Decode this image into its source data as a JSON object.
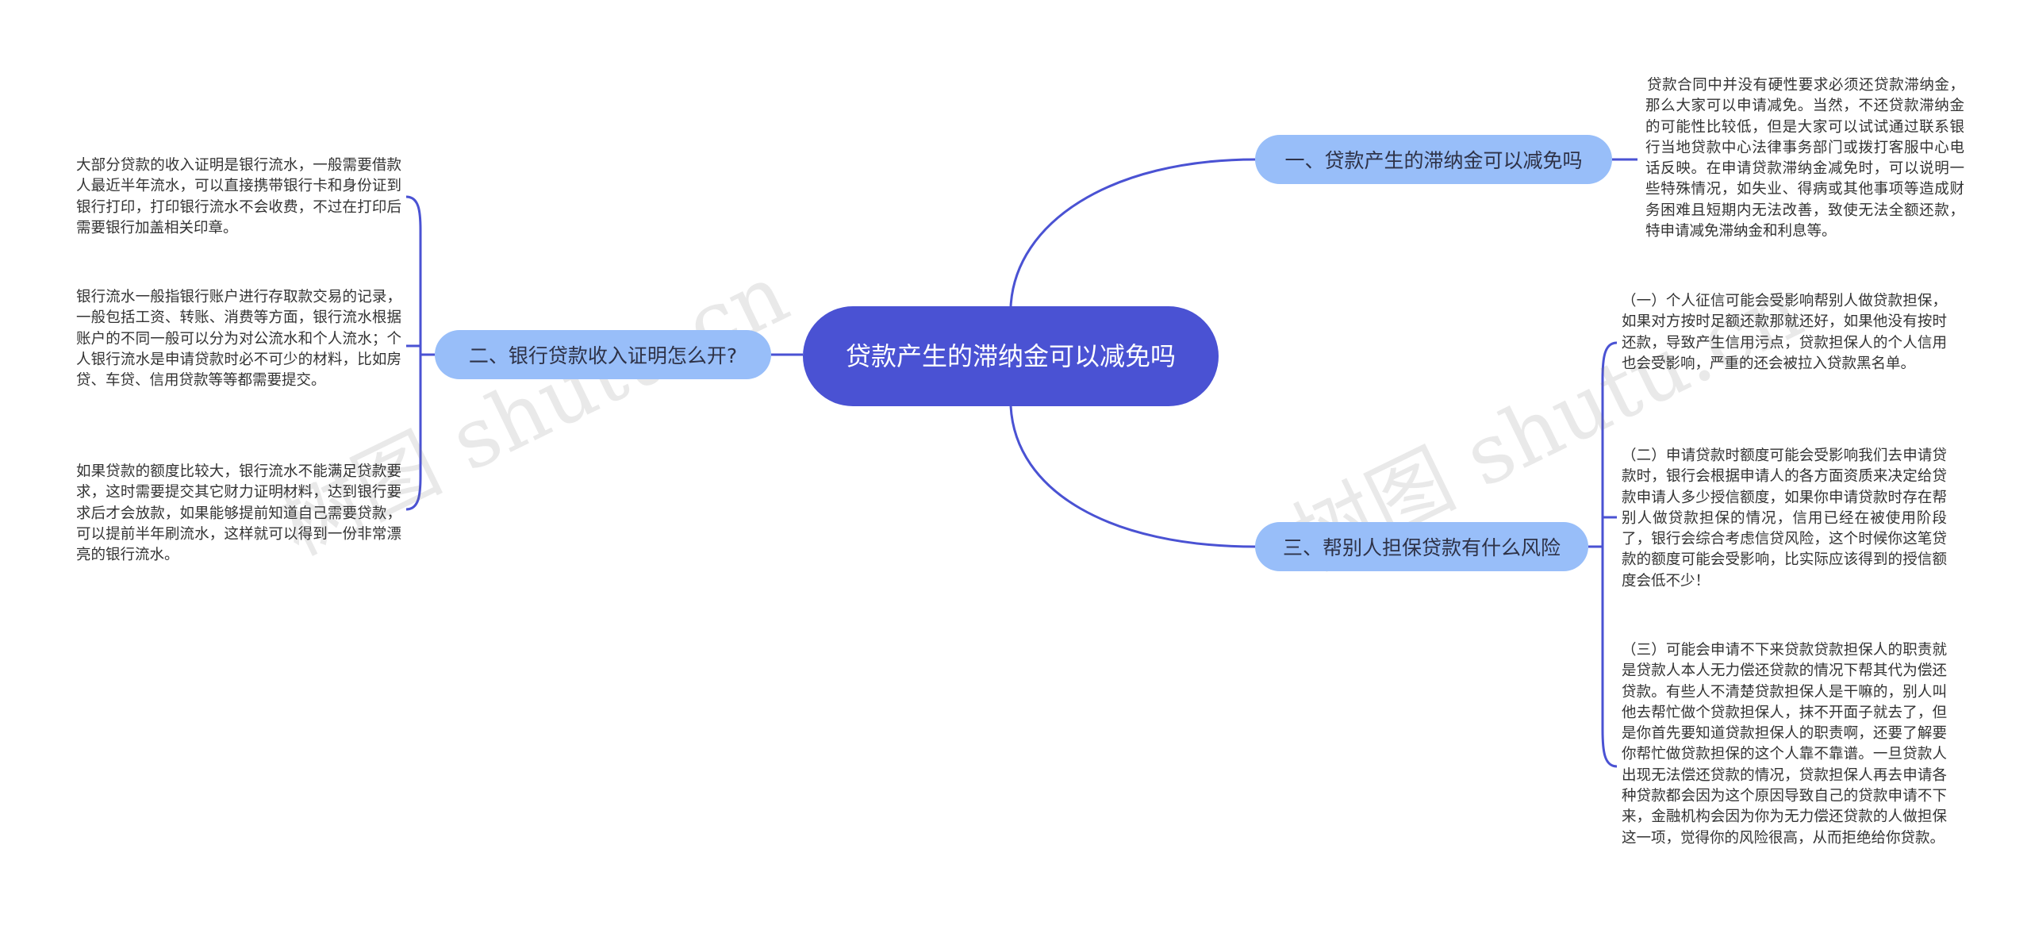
{
  "root": {
    "title": "贷款产生的滞纳金可以减免吗"
  },
  "branches": [
    {
      "label": "一、贷款产生的滞纳金可以减免吗",
      "details": [
        "贷款合同中并没有硬性要求必须还贷款滞纳金，那么大家可以申请减免。当然，不还贷款滞纳金的可能性比较低，但是大家可以试试通过联系银行当地贷款中心法律事务部门或拨打客服中心电话反映。在申请贷款滞纳金减免时，可以说明一些特殊情况，如失业、得病或其他事项等造成财务困难且短期内无法改善，致使无法全额还款，特申请减免滞纳金和利息等。"
      ]
    },
    {
      "label": "二、银行贷款收入证明怎么开?",
      "details": [
        "大部分贷款的收入证明是银行流水，一般需要借款人最近半年流水，可以直接携带银行卡和身份证到银行打印，打印银行流水不会收费，不过在打印后需要银行加盖相关印章。",
        "银行流水一般指银行账户进行存取款交易的记录，一般包括工资、转账、消费等方面，银行流水根据账户的不同一般可以分为对公流水和个人流水；个人银行流水是申请贷款时必不可少的材料，比如房贷、车贷、信用贷款等等都需要提交。",
        "如果贷款的额度比较大，银行流水不能满足贷款要求，这时需要提交其它财力证明材料，达到银行要求后才会放款，如果能够提前知道自己需要贷款，可以提前半年刷流水，这样就可以得到一份非常漂亮的银行流水。"
      ]
    },
    {
      "label": "三、帮别人担保贷款有什么风险",
      "details": [
        "（一）个人征信可能会受影响帮别人做贷款担保，如果对方按时足额还款那就还好，如果他没有按时还款，导致产生信用污点，贷款担保人的个人信用也会受影响，严重的还会被拉入贷款黑名单。",
        "（二）申请贷款时额度可能会受影响我们去申请贷款时，银行会根据申请人的各方面资质来决定给贷款申请人多少授信额度，如果你申请贷款时存在帮别人做贷款担保的情况，信用已经在被使用阶段了，银行会综合考虑信贷风险，这个时候你这笔贷款的额度可能会受影响，比实际应该得到的授信额度会低不少！",
        "（三）可能会申请不下来贷款贷款担保人的职责就是贷款人本人无力偿还贷款的情况下帮其代为偿还贷款。有些人不清楚贷款担保人是干嘛的，别人叫他去帮忙做个贷款担保人，抹不开面子就去了，但是你首先要知道贷款担保人的职责啊，还要了解要你帮忙做贷款担保的这个人靠不靠谱。一旦贷款人出现无法偿还贷款的情况，贷款担保人再去申请各种贷款都会因为这个原因导致自己的贷款申请不下来，金融机构会因为你为无力偿还贷款的人做担保这一项，觉得你的风险很高，从而拒绝给你贷款。"
      ]
    }
  ],
  "watermark": [
    "树图 shutu.cn",
    "树图 shutu.cn"
  ],
  "colors": {
    "root_fill": "#4a52d3",
    "branch_fill": "#98bef9",
    "connector": "#4a52d3",
    "text": "#333333"
  }
}
